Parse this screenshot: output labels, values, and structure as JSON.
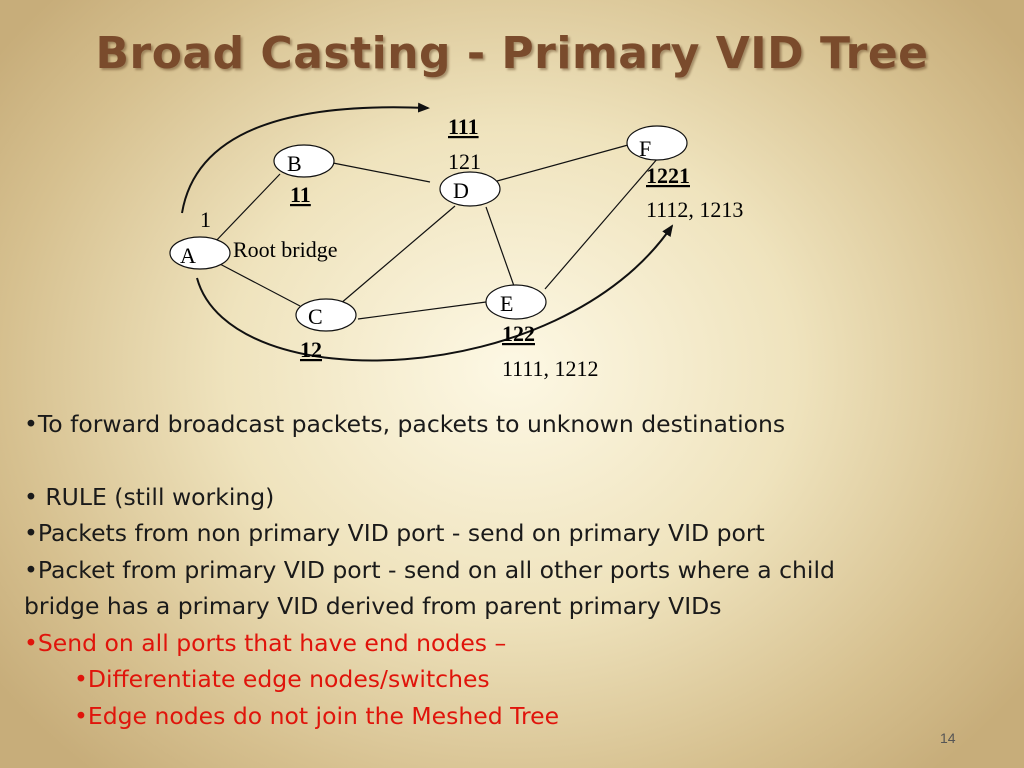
{
  "slide": {
    "title": "Broad Casting - Primary VID Tree",
    "page_number": "14"
  },
  "diagram": {
    "nodes": {
      "A": "A",
      "B": "B",
      "C": "C",
      "D": "D",
      "E": "E",
      "F": "F"
    },
    "root_label": "Root bridge",
    "root_vid": "1",
    "vids": {
      "B_primary": "11",
      "C_primary": "12",
      "D_primary": "111",
      "D_other": "121",
      "E_primary": "122",
      "E_other": "1111, 1212",
      "F_primary": "1221",
      "F_other": "1112, 1213"
    }
  },
  "bullets": [
    {
      "text": "•To forward broadcast packets, packets to unknown destinations",
      "color": "#1a1a1a"
    },
    {
      "text": "• RULE (still working)",
      "color": "#1a1a1a"
    },
    {
      "text": "•Packets from non  primary VID port - send on primary VID port",
      "color": "#1a1a1a"
    },
    {
      "text": "•Packet from primary VID port - send on all other ports where a child",
      "color": "#1a1a1a"
    },
    {
      "text": "bridge has a primary VID derived from parent primary VIDs",
      "color": "#1a1a1a"
    },
    {
      "text": "•Send on all ports that have end nodes –",
      "color": "#e0140b"
    },
    {
      "text": "•Differentiate edge nodes/switches",
      "color": "#e0140b"
    },
    {
      "text": "•Edge nodes do not join the Meshed Tree",
      "color": "#e0140b"
    }
  ]
}
